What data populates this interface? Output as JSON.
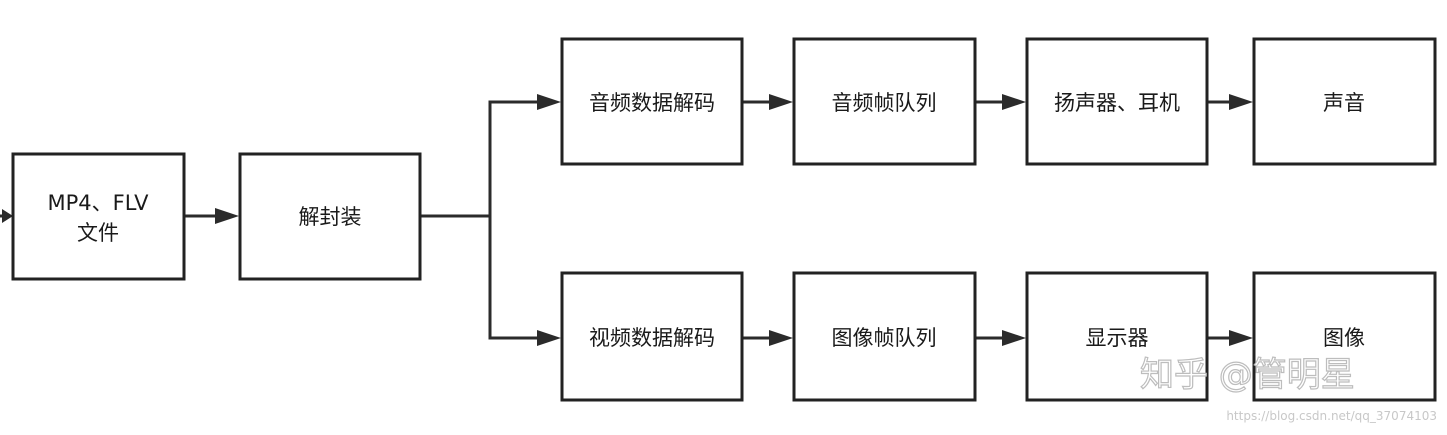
{
  "nodes": {
    "source": {
      "line1": "MP4、FLV",
      "line2": "文件"
    },
    "demux": "解封装",
    "audio_decode": "音频数据解码",
    "audio_queue": "音频帧队列",
    "speaker": "扬声器、耳机",
    "sound": "声音",
    "video_decode": "视频数据解码",
    "video_queue": "图像帧队列",
    "display": "显示器",
    "image": "图像"
  },
  "watermark": {
    "text": "知乎 @管明星",
    "url": "https://blog.csdn.net/qq_37074103"
  }
}
